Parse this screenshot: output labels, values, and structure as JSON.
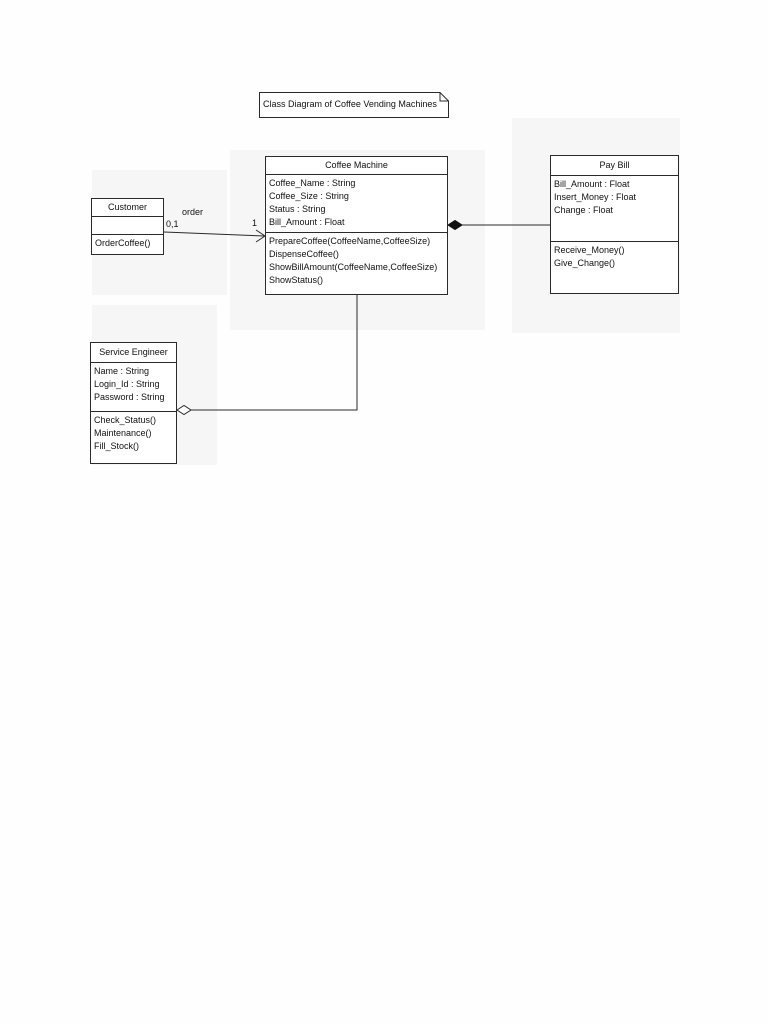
{
  "note": {
    "text": "Class Diagram of Coffee Vending Machines"
  },
  "classes": {
    "customer": {
      "name": "Customer",
      "attributes": [],
      "operations": [
        "OrderCoffee()"
      ]
    },
    "coffee_machine": {
      "name": "Coffee Machine",
      "attributes": [
        "Coffee_Name : String",
        "Coffee_Size : String",
        "Status : String",
        "Bill_Amount : Float"
      ],
      "operations": [
        "PrepareCoffee(CoffeeName,CoffeeSize)",
        "DispenseCoffee()",
        "ShowBillAmount(CoffeeName,CoffeeSize)",
        "ShowStatus()"
      ]
    },
    "pay_bill": {
      "name": "Pay Bill",
      "attributes": [
        "Bill_Amount : Float",
        "Insert_Money : Float",
        "Change : Float"
      ],
      "operations": [
        "Receive_Money()",
        "Give_Change()"
      ]
    },
    "service_engineer": {
      "name": "Service Engineer",
      "attributes": [
        "Name : String",
        "Login_Id : String",
        "Password : String"
      ],
      "operations": [
        "Check_Status()",
        "Maintenance()",
        "Fill_Stock()"
      ]
    }
  },
  "associations": {
    "order": {
      "label": "order",
      "source_multiplicity": "0,1",
      "target_multiplicity": "1"
    }
  }
}
